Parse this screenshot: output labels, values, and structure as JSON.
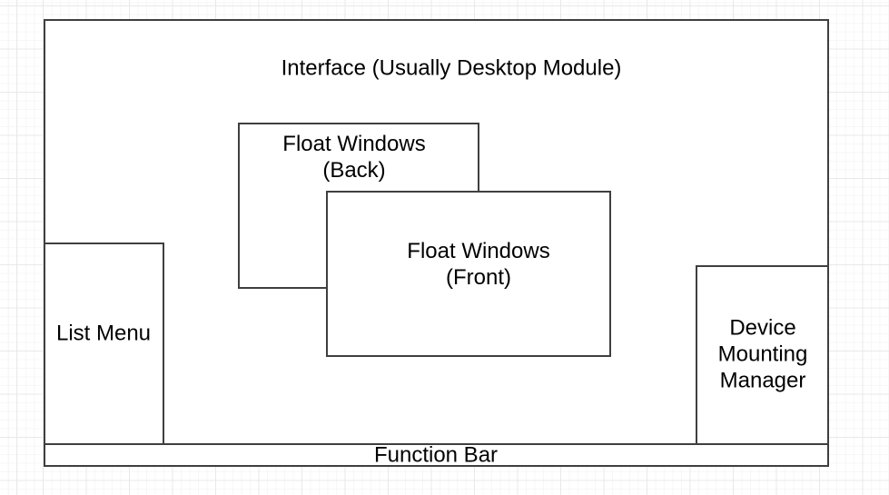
{
  "diagram": {
    "interface_box": {
      "title": "Interface (Usually Desktop Module)"
    },
    "float_window_back": {
      "line1": "Float Windows",
      "line2": "(Back)"
    },
    "float_window_front": {
      "line1": "Float Windows",
      "line2": "(Front)"
    },
    "list_menu": {
      "label": "List Menu"
    },
    "device_mounting_manager": {
      "line1": "Device",
      "line2": "Mounting",
      "line3": "Manager"
    },
    "function_bar": {
      "label": "Function Bar"
    }
  },
  "colors": {
    "box_border": "#3f3f3f",
    "box_fill": "#ffffff",
    "text": "#000000",
    "grid_minor": "#f7f7f7",
    "grid_major": "#e9e9e9",
    "page_background": "#ffffff"
  }
}
